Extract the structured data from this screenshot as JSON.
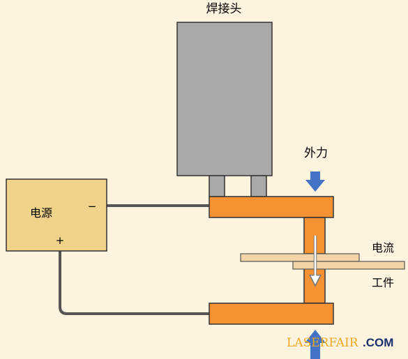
{
  "labels": {
    "welding_head": "焊接头",
    "external_force": "外力",
    "power_supply": "电源",
    "negative_terminal": "−",
    "positive_terminal": "+",
    "current": "电流",
    "workpiece": "工件"
  },
  "watermark": {
    "brand": "LASERFAIR",
    "suffix": ".COM"
  },
  "colors": {
    "background": "#fdf3de",
    "welding_head_fill": "#a9a9a9",
    "electrode_fill": "#f79234",
    "power_supply_fill": "#f0d289",
    "workpiece_fill": "#f3d4a6",
    "force_arrow": "#4472c4",
    "wire": "#555555"
  },
  "icons": {
    "force_arrow_top": "arrow-down-icon",
    "force_arrow_bottom": "arrow-up-icon",
    "current_arrow": "arrow-down-icon"
  }
}
